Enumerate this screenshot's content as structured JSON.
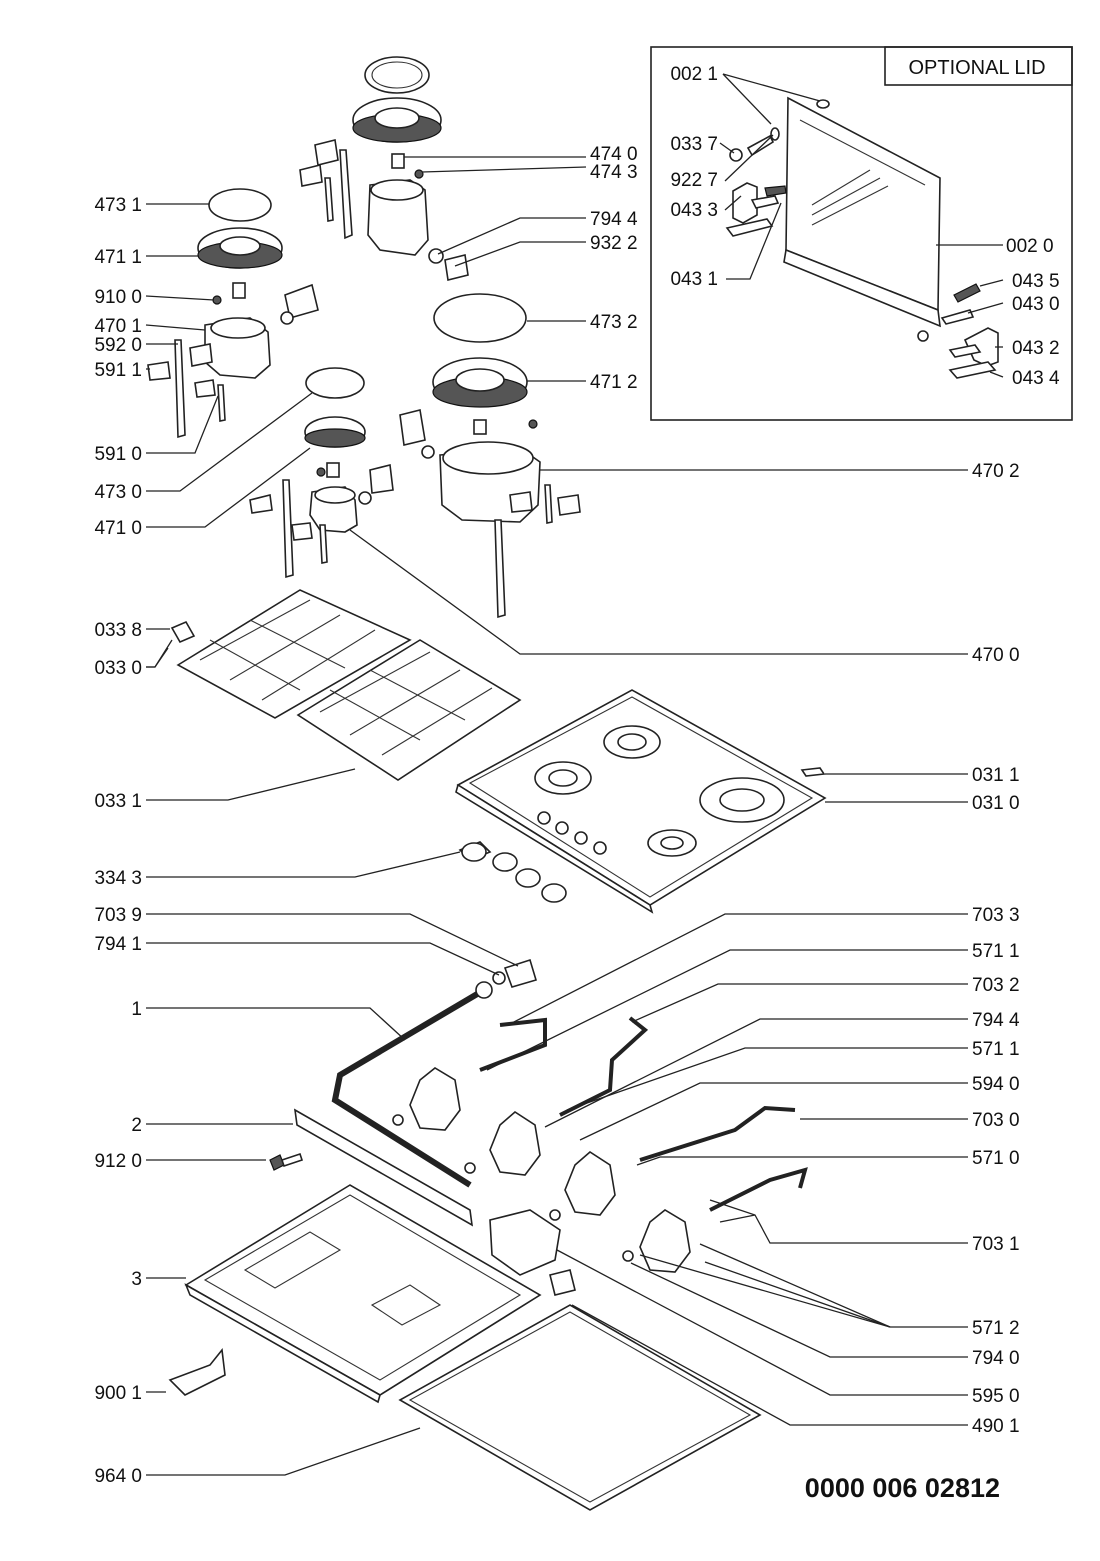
{
  "diagram": {
    "document_number": "0000 006 02812",
    "optional_lid_title": "OPTIONAL LID",
    "labels": {
      "l0021": "002 1",
      "l0337": "033 7",
      "l9227": "922 7",
      "l0433": "043 3",
      "l0431": "043 1",
      "l0020": "002 0",
      "l0435": "043 5",
      "l0430": "043 0",
      "l0432": "043 2",
      "l0434": "043 4",
      "l4740": "474 0",
      "l4743": "474 3",
      "l4731": "473 1",
      "l4711": "471 1",
      "l7944a": "794 4",
      "l9322": "932 2",
      "l9100": "910 0",
      "l4701": "470 1",
      "l5920": "592 0",
      "l5911": "591 1",
      "l4732": "473 2",
      "l4712": "471 2",
      "l5910": "591 0",
      "l4730": "473 0",
      "l4710": "471 0",
      "l4702": "470 2",
      "l0338": "033 8",
      "l0330": "033 0",
      "l4700": "470 0",
      "l0311": "031 1",
      "l0331": "033 1",
      "l0310": "031 0",
      "l3343": "334 3",
      "l7039": "703 9",
      "l7033": "703 3",
      "l7941": "794 1",
      "l5711a": "571 1",
      "l7032": "703 2",
      "l1": "1",
      "l7944b": "794 4",
      "l5711b": "571 1",
      "l5940": "594 0",
      "l2": "2",
      "l7030": "703 0",
      "l9120": "912 0",
      "l5710": "571 0",
      "l7031": "703 1",
      "l3": "3",
      "l5712": "571 2",
      "l7940": "794 0",
      "l5950": "595 0",
      "l9001": "900 1",
      "l4901": "490 1",
      "l9640": "964 0"
    }
  }
}
